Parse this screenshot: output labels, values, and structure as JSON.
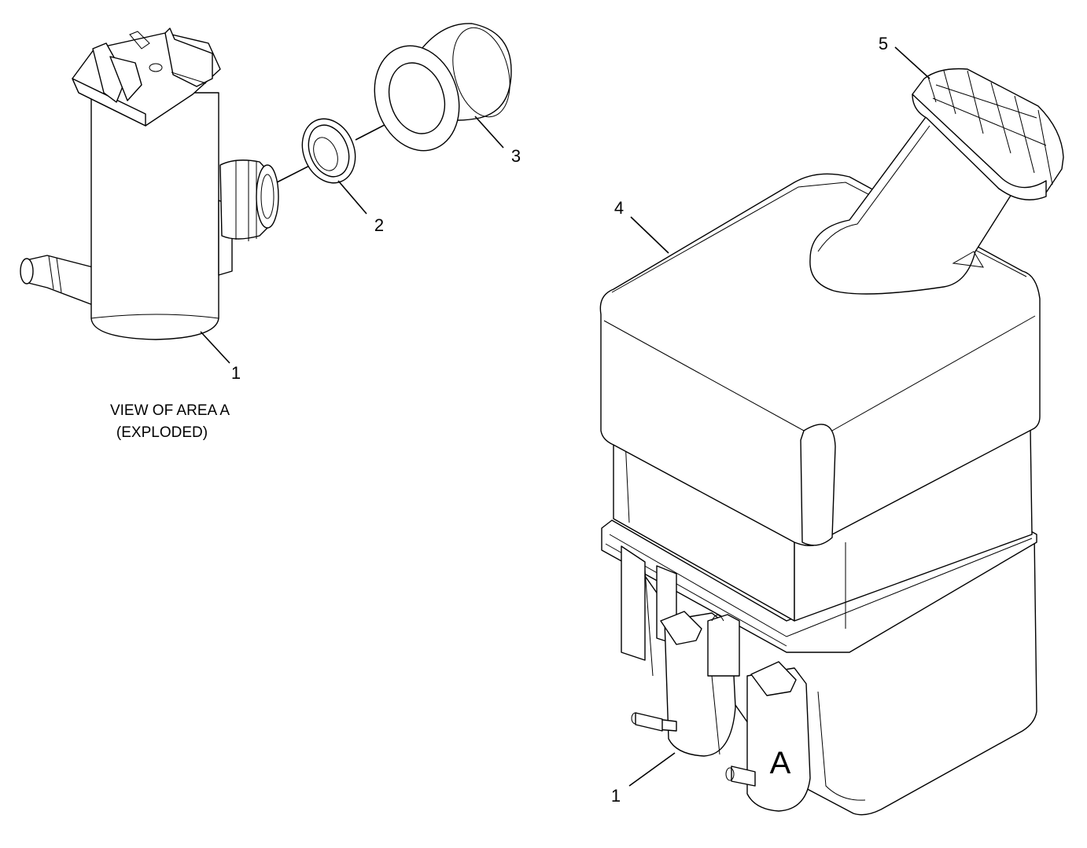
{
  "callouts": {
    "pump_detail": "1",
    "seal": "2",
    "grommet": "3",
    "tank": "4",
    "cap": "5",
    "pump_main": "1"
  },
  "caption": {
    "line1": "VIEW OF AREA A",
    "line2": "(EXPLODED)"
  },
  "area_letter": "A"
}
